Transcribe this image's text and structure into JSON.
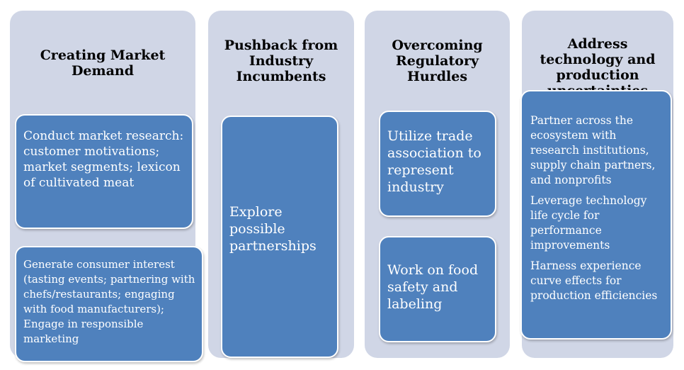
{
  "columns": [
    {
      "title": "Creating Market Demand",
      "boxes": [
        "Conduct market research: customer motivations; market segments; lexicon of cultivated meat",
        "Generate consumer interest (tasting events; partnering with chefs/restaurants; engaging with food manufacturers); Engage in responsible marketing"
      ]
    },
    {
      "title": "Pushback from Industry Incumbents",
      "boxes": [
        "Explore possible partnerships"
      ]
    },
    {
      "title": "Overcoming Regulatory Hurdles",
      "boxes": [
        "Utilize trade association to represent industry",
        "Work on food safety and labeling"
      ]
    },
    {
      "title": "Address technology and production uncertainties",
      "items": [
        "Partner across the ecosystem  with research institutions, supply chain partners, and nonprofits",
        "Leverage technology life cycle for performance improvements",
        "Harness experience curve effects for production efficiencies"
      ]
    }
  ]
}
